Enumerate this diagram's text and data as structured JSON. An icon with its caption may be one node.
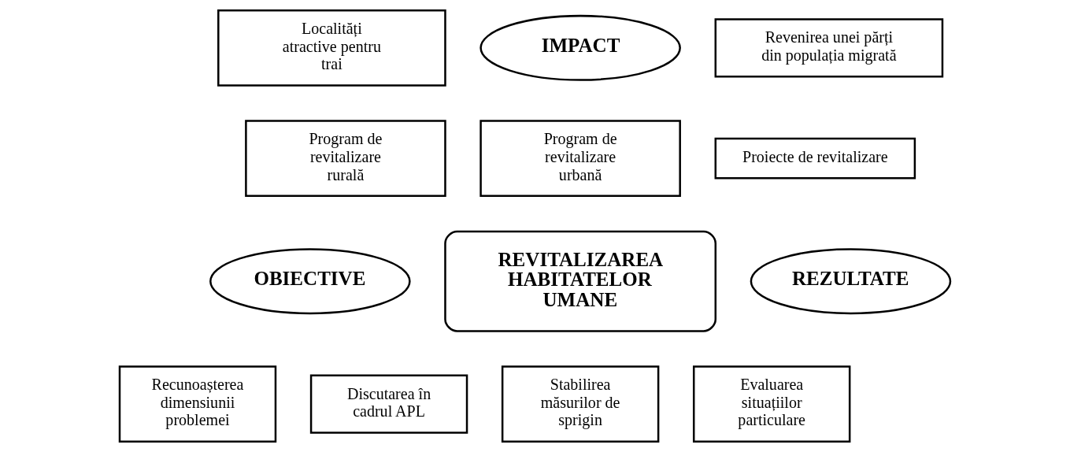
{
  "diagram": {
    "nodes": [
      {
        "text": [
          "Localități atractive pentru trai"
        ]
      },
      {
        "text": [
          "IMPACT"
        ]
      },
      {
        "text": [
          "Revenirea unei părți din populația migrată"
        ]
      },
      {
        "text": [
          "Program de revitalizare rurală"
        ]
      },
      {
        "text": [
          "Program de revitalizare urbană"
        ]
      },
      {
        "text": [
          "Proiecte de revitalizare"
        ]
      },
      {
        "text": [
          "REVITALIZAREA HABITATELOR UMANE"
        ]
      },
      {
        "text": [
          "REZULTATE"
        ]
      },
      {
        "text": [
          "OBIECTIVE"
        ]
      },
      {
        "text": [
          "Recunoașterea dimensiunii problemei"
        ]
      },
      {
        "text": [
          "Discutarea în cadrul APL"
        ]
      },
      {
        "text": [
          "Stabilirea măsurilor de sprigin"
        ]
      },
      {
        "text": [
          "Evaluarea situațiilor particulare"
        ]
      }
    ]
  }
}
